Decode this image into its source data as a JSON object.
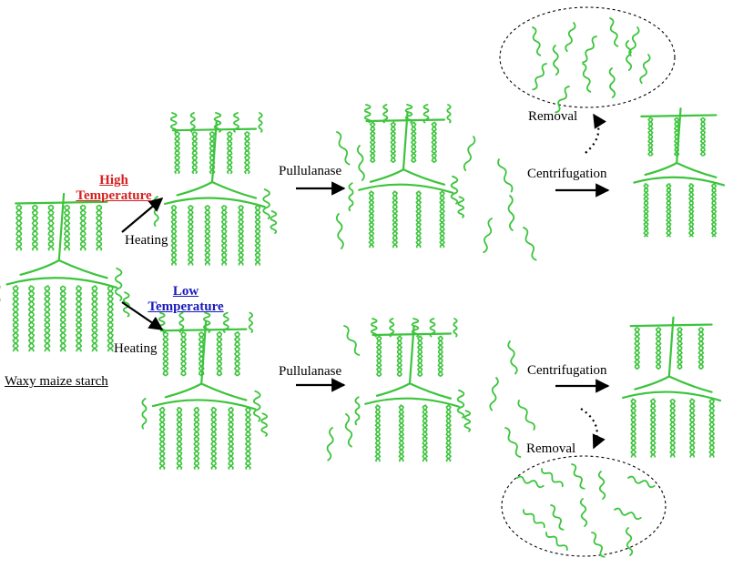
{
  "labels": {
    "high_temp_line1": "High",
    "high_temp_line2": "Temperature",
    "low_temp_line1": "Low",
    "low_temp_line2": "Temperature",
    "heating_top": "Heating",
    "heating_bottom": "Heating",
    "pullulanase_top": "Pullulanase",
    "pullulanase_bottom": "Pullulanase",
    "centrifugation_top": "Centrifugation",
    "centrifugation_bottom": "Centrifugation",
    "removal_top": "Removal",
    "removal_bottom": "Removal",
    "starch_source": "Waxy maize starch"
  },
  "colors": {
    "chain": "#3cc43c",
    "high_temp": "#d62020",
    "low_temp": "#1a1ab8",
    "arrow": "#000000"
  }
}
